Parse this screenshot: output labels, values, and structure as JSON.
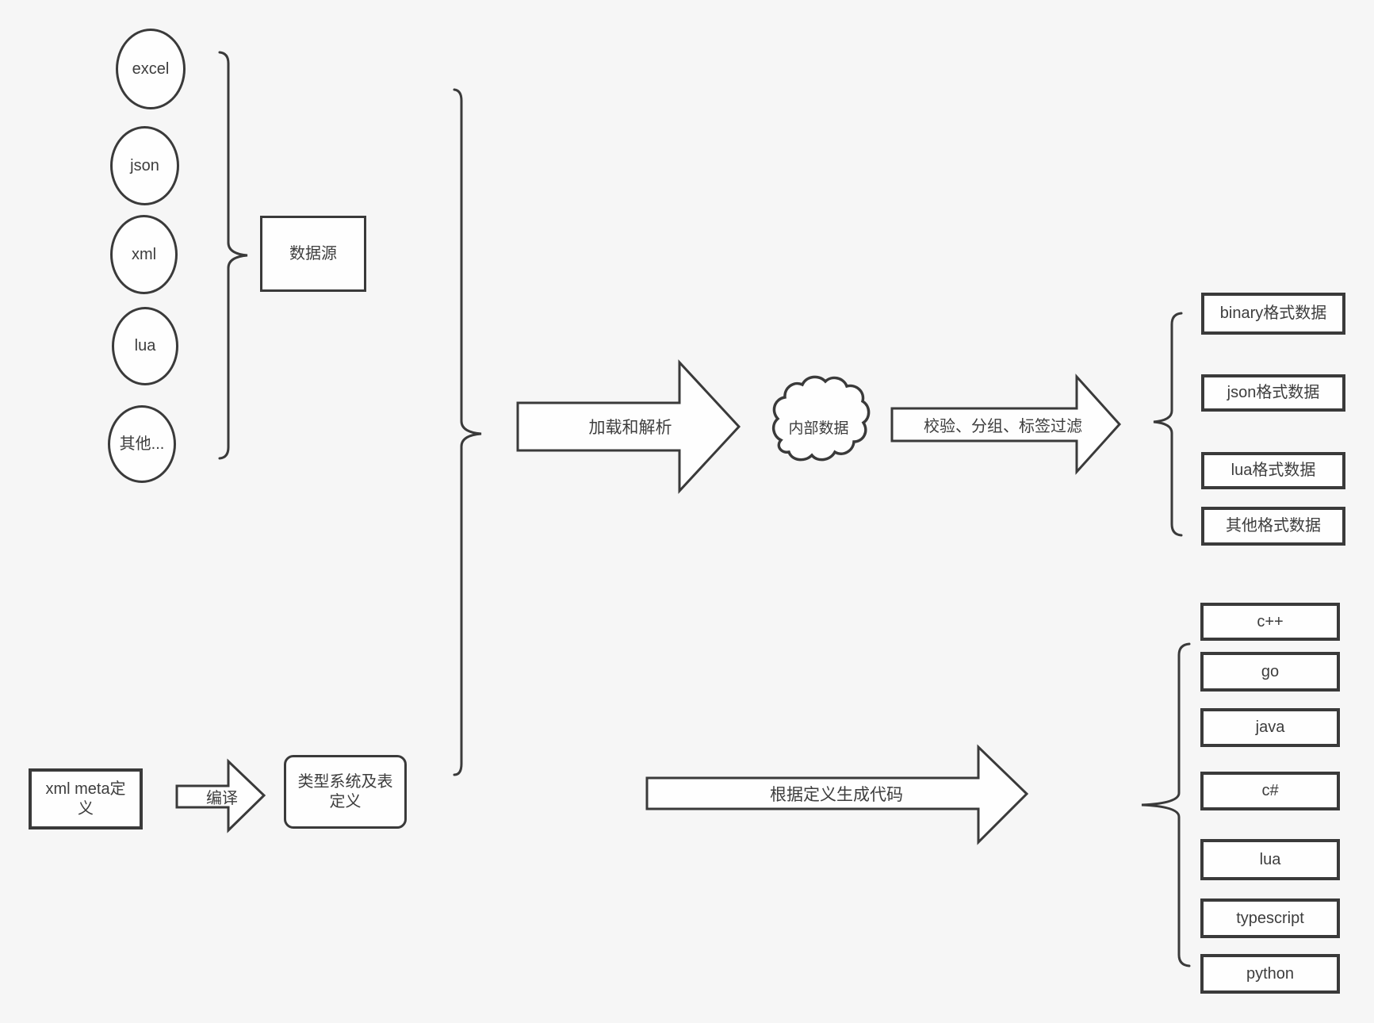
{
  "colors": {
    "background": "#f6f6f6",
    "stroke": "#3a3a3a",
    "shape_fill": "#fefefe",
    "text": "#3d3d3d"
  },
  "sources": {
    "group_label": "数据源",
    "items": [
      "excel",
      "json",
      "xml",
      "lua",
      "其他..."
    ]
  },
  "pipeline": {
    "load_arrow_label": "加载和解析",
    "internal_data_label": "内部数据",
    "filter_arrow_label": "校验、分组、标签过滤",
    "format_outputs": [
      "binary格式数据",
      "json格式数据",
      "lua格式数据",
      "其他格式数据"
    ]
  },
  "codegen": {
    "xml_meta_label": "xml meta定义",
    "compile_arrow_label": "编译",
    "type_system_label": "类型系统及表定义",
    "codegen_arrow_label": "根据定义生成代码",
    "languages": [
      "c++",
      "go",
      "java",
      "c#",
      "lua",
      "typescript",
      "python"
    ]
  }
}
